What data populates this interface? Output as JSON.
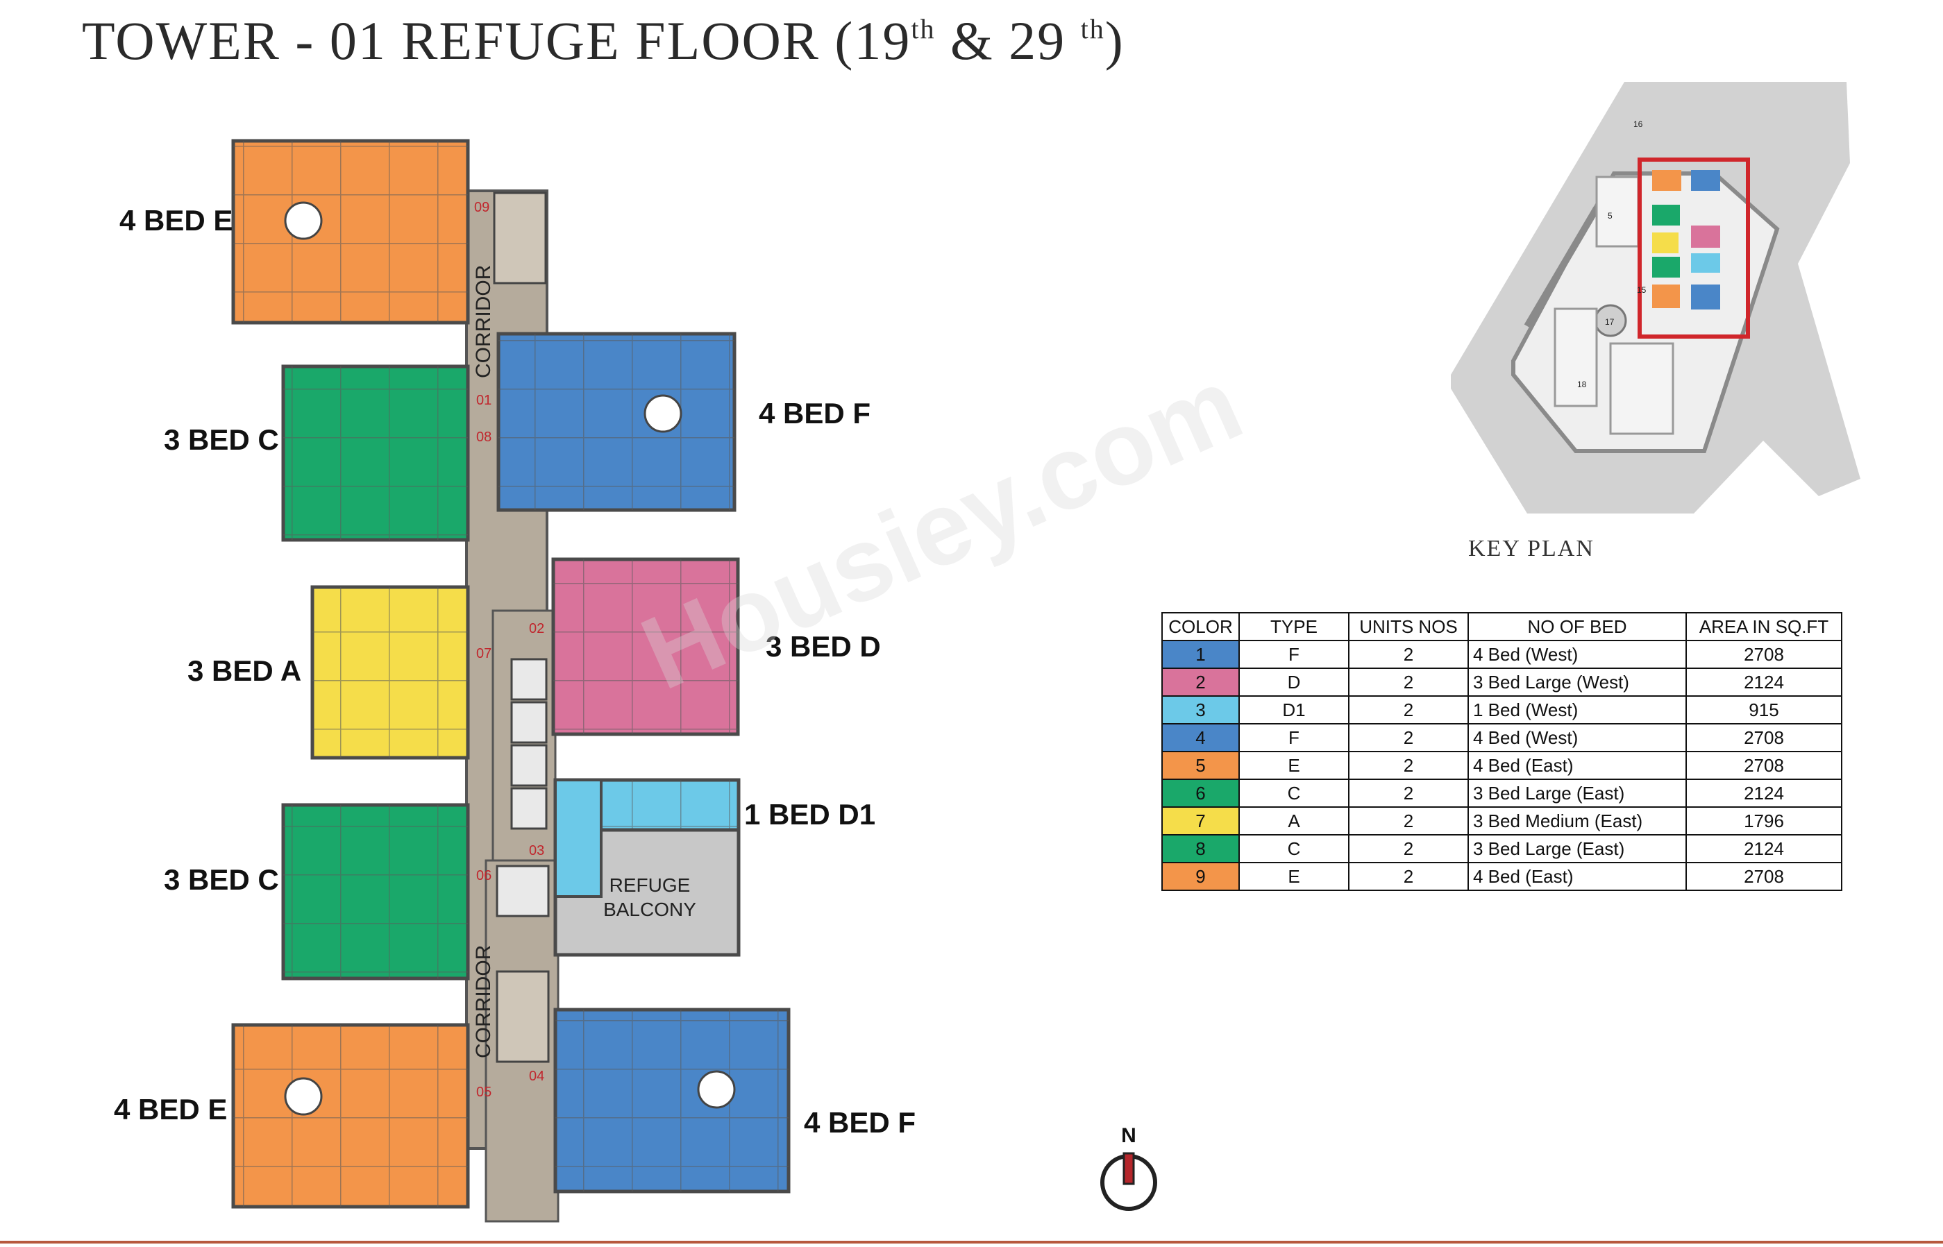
{
  "title": {
    "main": "TOWER - 01 REFUGE FLOOR (19",
    "sup1": "th",
    "mid": " & 29 ",
    "sup2": "th",
    "end": ")"
  },
  "colors": {
    "F": "#4a86c8",
    "D": "#d9739b",
    "D1": "#6cc9e8",
    "E": "#f3954a",
    "C": "#1aa86a",
    "A": "#f5dd4a",
    "core": "#b5ab9c",
    "refuge": "#c8c8c8"
  },
  "units": [
    {
      "label": "4 BED E",
      "door": "09",
      "color": "E"
    },
    {
      "label": "3 BED C",
      "door": "08",
      "color": "C"
    },
    {
      "label": "3 BED A",
      "door": "07",
      "color": "A"
    },
    {
      "label": "3 BED C",
      "door": "06",
      "color": "C"
    },
    {
      "label": "4 BED E",
      "door": "05",
      "color": "E"
    },
    {
      "label": "4 BED F",
      "door": "01",
      "color": "F"
    },
    {
      "label": "3 BED D",
      "door": "02",
      "color": "D"
    },
    {
      "label": "1 BED D1",
      "door": "03",
      "color": "D1"
    },
    {
      "label": "4 BED F",
      "door": "04",
      "color": "F"
    }
  ],
  "corridor_label": "CORRIDOR",
  "refuge_label": [
    "REFUGE",
    "BALCONY"
  ],
  "key_plan": {
    "title": "KEY PLAN",
    "tower_numbers": [
      "16",
      "5",
      "15",
      "17",
      "18"
    ]
  },
  "legend": {
    "headers": [
      "COLOR",
      "TYPE",
      "UNITS NOS",
      "NO OF BED",
      "AREA IN SQ.FT"
    ],
    "rows": [
      {
        "no": "1",
        "type": "F",
        "units": "2",
        "bed": "4 Bed  (West)",
        "area": "2708",
        "color": "#4a86c8"
      },
      {
        "no": "2",
        "type": "D",
        "units": "2",
        "bed": "3 Bed Large (West)",
        "area": "2124",
        "color": "#d9739b"
      },
      {
        "no": "3",
        "type": "D1",
        "units": "2",
        "bed": "1 Bed (West)",
        "area": "915",
        "color": "#6cc9e8"
      },
      {
        "no": "4",
        "type": "F",
        "units": "2",
        "bed": "4 Bed  (West)",
        "area": "2708",
        "color": "#4a86c8"
      },
      {
        "no": "5",
        "type": "E",
        "units": "2",
        "bed": "4 Bed  (East)",
        "area": "2708",
        "color": "#f3954a"
      },
      {
        "no": "6",
        "type": "C",
        "units": "2",
        "bed": "3 Bed Large (East)",
        "area": "2124",
        "color": "#1aa86a"
      },
      {
        "no": "7",
        "type": "A",
        "units": "2",
        "bed": "3 Bed Medium (East)",
        "area": "1796",
        "color": "#f5dd4a"
      },
      {
        "no": "8",
        "type": "C",
        "units": "2",
        "bed": "3 Bed Large (East)",
        "area": "2124",
        "color": "#1aa86a"
      },
      {
        "no": "9",
        "type": "E",
        "units": "2",
        "bed": "4 Bed  (East)",
        "area": "2708",
        "color": "#f3954a"
      }
    ]
  },
  "compass": {
    "letter": "N"
  },
  "watermark": "Housiey.com"
}
